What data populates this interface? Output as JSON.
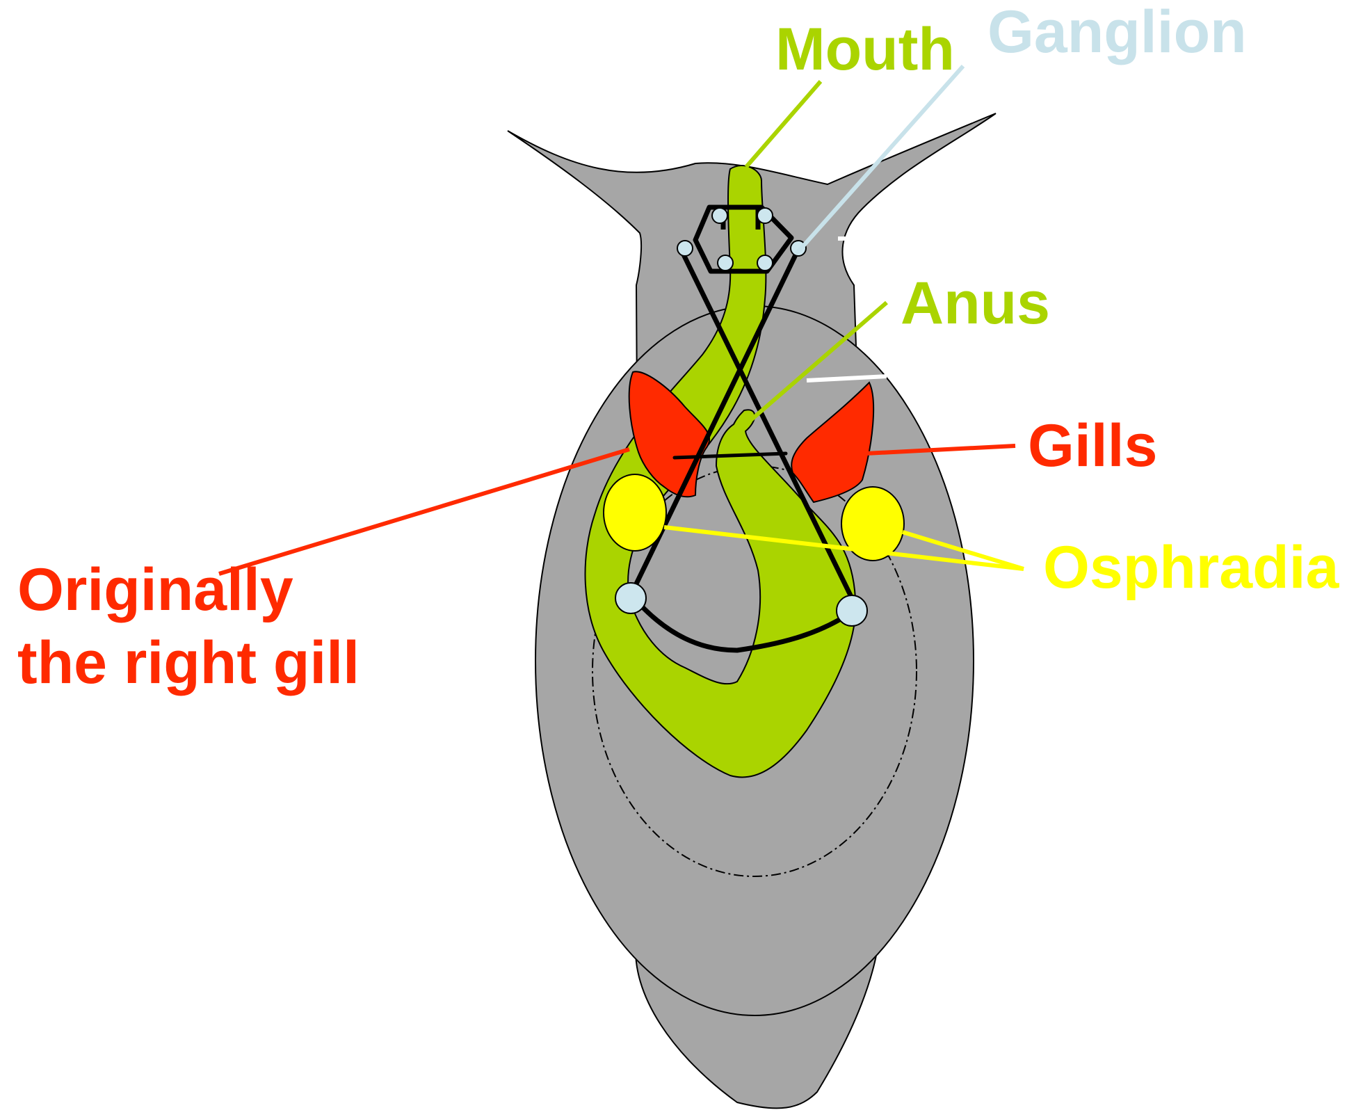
{
  "labels": {
    "mouth": "Mouth",
    "ganglion": "Ganglion",
    "anus": "Anus",
    "gills": "Gills",
    "osphradia": "Osphradia",
    "right_gill_line1": "Originally",
    "right_gill_line2": "the right gill"
  },
  "colors": {
    "body": "#a6a6a6",
    "gut": "#aad400",
    "gill": "#ff2a00",
    "osphradium": "#ffff00",
    "ganglion": "#cde6ee",
    "ganglion_label": "#c8e2ea",
    "nerve": "#000000"
  }
}
